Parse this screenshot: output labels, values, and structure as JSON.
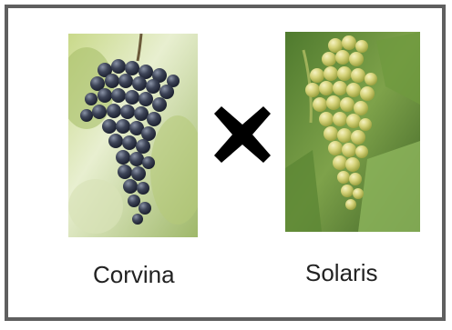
{
  "comparison": {
    "left": {
      "label": "Corvina",
      "image": "dark-blue-grape-cluster-photo"
    },
    "operator": {
      "icon": "cross-icon",
      "color": "#000000"
    },
    "right": {
      "label": "Solaris",
      "image": "green-white-grape-cluster-photo"
    }
  },
  "colors": {
    "frame_border": "#5f5f5f",
    "text": "#222222"
  }
}
